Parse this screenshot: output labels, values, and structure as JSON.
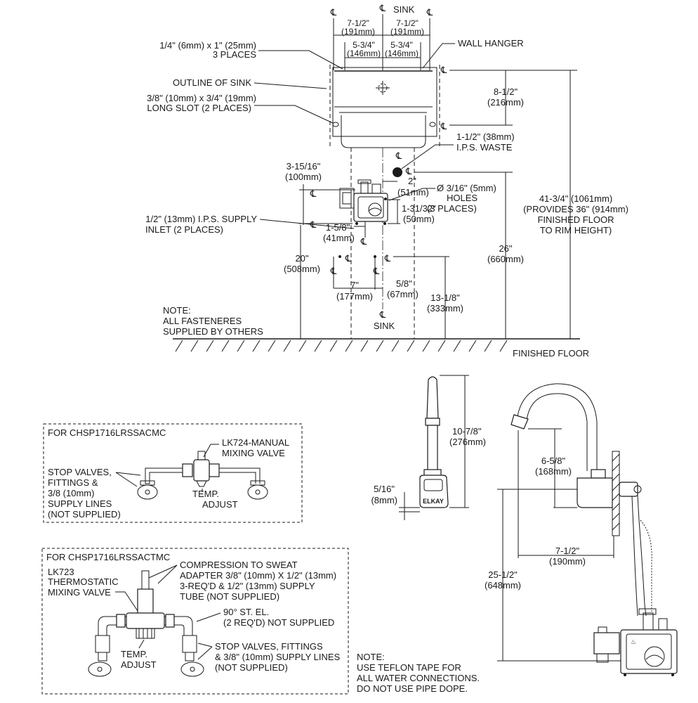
{
  "cl": "℄",
  "top": {
    "sink": "SINK",
    "sink_bottom": "SINK",
    "dim_7_5_l": "7-1/2\"",
    "dim_191_l": "(191mm)",
    "dim_7_5_r": "7-1/2\"",
    "dim_191_r": "(191mm)",
    "dim_5_75_l": "5-3/4\"",
    "dim_146_l": "(146mm)",
    "dim_5_75_r": "5-3/4\"",
    "dim_146_r": "(146mm)",
    "slot_1": "1/4\" (6mm) x 1\" (25mm)",
    "slot_1b": "3 PLACES",
    "wall_hanger": "WALL HANGER",
    "outline": "OUTLINE OF SINK",
    "long_slot_1": "3/8\" (10mm) x 3/4\" (19mm)",
    "long_slot_2": "LONG SLOT (2 PLACES)",
    "d_8_5": "8-1/2\"",
    "d_216": "(216mm)",
    "waste_1": "1-1/2\" (38mm)",
    "waste_2": "I.P.S. WASTE",
    "d_3_15": "3-15/16\"",
    "d_100": "(100mm)",
    "d_2": "2\"",
    "d_51": "(51mm)",
    "holes_1": "Ø 3/16\" (5mm)",
    "holes_2": "HOLES",
    "holes_3": "(3 PLACES)",
    "d_1_31": "1-31/32\"",
    "d_50": "(50mm)",
    "supply_1": "1/2\" (13mm) I.P.S. SUPPLY",
    "supply_2": "INLET (2 PLACES)",
    "d_1_58": "1-5/8\"",
    "d_41": "(41mm)",
    "d_20": "20\"",
    "d_508": "(508mm)",
    "d_7": "7\"",
    "d_177": "(177mm)",
    "d_5_8": "5/8\"",
    "d_67": "(67mm)",
    "d_13": "13-1/8\"",
    "d_333": "(333mm)",
    "d_26": "26\"",
    "d_660": "(660mm)",
    "d_41_1": "41-3/4\" (1061mm)",
    "d_41_2": "(PROVIDES 36\" (914mm)",
    "d_41_3": "FINISHED FLOOR",
    "d_41_4": "TO RIM HEIGHT)",
    "note_1": "NOTE:",
    "note_2": "ALL FASTENERES",
    "note_3": "SUPPLIED BY OTHERS",
    "floor": "FINISHED FLOOR"
  },
  "box1": {
    "title": "FOR CHSP1716LRSSACMC",
    "valve_1": "LK724-MANUAL",
    "valve_2": "MIXING VALVE",
    "stop_1": "STOP VALVES,",
    "stop_2": "FITTINGS &",
    "stop_3": "3/8 (10mm)",
    "stop_4": "SUPPLY LINES",
    "stop_5": "(NOT SUPPLIED)",
    "temp_1": "TEMP.",
    "temp_2": "ADJUST"
  },
  "box2": {
    "title": "FOR CHSP1716LRSSACTMC",
    "lk_1": "LK723",
    "lk_2": "THERMOSTATIC",
    "lk_3": "MIXING VALVE",
    "comp_1": "COMPRESSION TO SWEAT",
    "comp_2": "ADAPTER 3/8\" (10mm) X 1/2\" (13mm)",
    "comp_3": "3-REQ'D & 1/2\" (13mm) SUPPLY",
    "comp_4": "TUBE (NOT SUPPLIED)",
    "el_1": "90° ST. EL.",
    "el_2": "(2 REQ'D) NOT SUPPLIED",
    "temp_1": "TEMP.",
    "temp_2": "ADJUST",
    "stop_1": "STOP VALVES, FITTINGS",
    "stop_2": "& 3/8\" (10mm) SUPPLY LINES",
    "stop_3": "(NOT SUPPLIED)"
  },
  "faucet": {
    "d_10": "10-7/8\"",
    "d_276": "(276mm)",
    "d_5_16": "5/16\"",
    "d_8": "(8mm)",
    "brand": "ELKAY",
    "d_6": "6-5/8\"",
    "d_168": "(168mm)",
    "d_7_5": "7-1/2\"",
    "d_190": "(190mm)",
    "d_25": "25-1/2\"",
    "d_648": "(648mm)"
  },
  "note": {
    "l1": "NOTE:",
    "l2": "USE TEFLON TAPE FOR",
    "l3": "ALL WATER CONNECTIONS.",
    "l4": "DO NOT USE PIPE DOPE."
  }
}
